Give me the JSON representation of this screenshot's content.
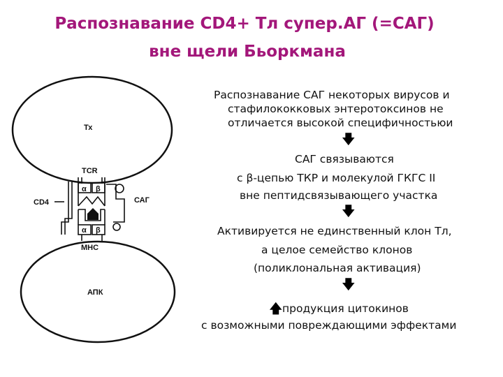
{
  "title": {
    "line1": "Распознавание CD4+ Тл супер.АГ (=САГ)",
    "line2": "вне щели Бьоркмана",
    "color": "#a3177a"
  },
  "diagram": {
    "cell_top_label": "Тх",
    "cell_bottom_label": "АПК",
    "tcr_label": "TCR",
    "cd4_label": "CD4",
    "sag_label": "САГ",
    "mhc_label": "МНС",
    "tcr_alpha": "α",
    "tcr_beta": "β",
    "mhc_alpha": "α",
    "mhc_beta": "β"
  },
  "text": {
    "p1": [
      "Распознавание САГ некоторых вирусов и",
      "стафилококковых энтеротоксинов не",
      "отличается высокой специфичностьюи"
    ],
    "p2": [
      "САГ связываются",
      "с β-цепью ТКР и молекулой ГКГС II",
      "вне пептидсвязывающего участка"
    ],
    "p3": [
      "Активируется не единственный клон Тл,",
      "а целое семейство клонов",
      "(поликлональная активация)"
    ],
    "p4": [
      "продукция цитокинов",
      "с возможными повреждающими эффектами"
    ]
  },
  "icons": {
    "down_arrow": "🡇",
    "up_arrow": "🡅"
  }
}
